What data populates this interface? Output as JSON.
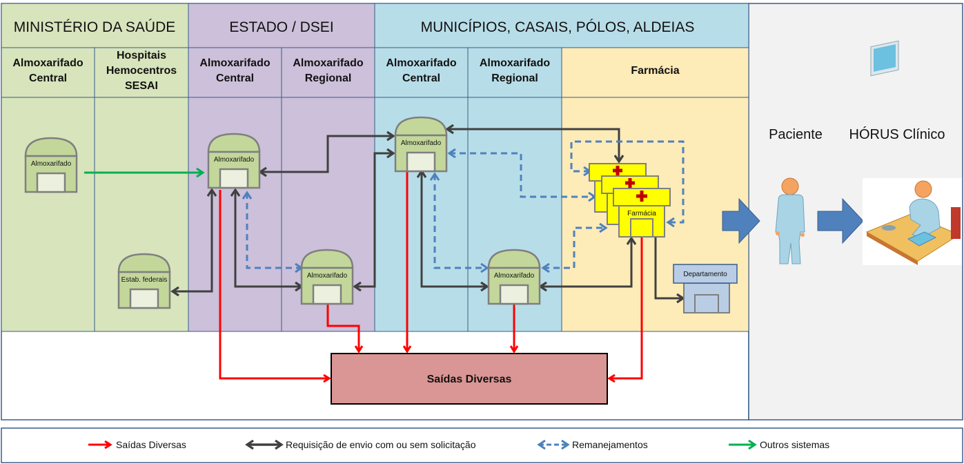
{
  "bands": [
    {
      "title": "MINISTÉRIO DA SAÚDE",
      "color": "#d8e4bc"
    },
    {
      "title": "ESTADO / DSEI",
      "color": "#ccc0da"
    },
    {
      "title": "MUNICÍPIOS, CASAIS, PÓLOS, ALDEIAS",
      "color": "#b7dde8"
    }
  ],
  "columns": [
    {
      "lines": [
        "Almoxarifado",
        "Central"
      ]
    },
    {
      "lines": [
        "Hospitais",
        "Hemocentros",
        "SESAI"
      ]
    },
    {
      "lines": [
        "Almoxarifado",
        "Central"
      ]
    },
    {
      "lines": [
        "Almoxarifado",
        "Regional"
      ]
    },
    {
      "lines": [
        "Almoxarifado",
        "Central"
      ]
    },
    {
      "lines": [
        "Almoxarifado",
        "Regional"
      ]
    },
    {
      "lines": [
        "Farmácia"
      ]
    }
  ],
  "farmacia_color": "#fdebb8",
  "nodes": {
    "ms_almox": "Almoxarifado",
    "estab_federais": "Estab. federais",
    "estado_central": "Almoxarifado",
    "estado_regional": "Almoxarifado",
    "mun_central": "Almoxarifado",
    "mun_regional": "Almoxarifado",
    "farmacia": "Farmácia",
    "departamento": "Departamento"
  },
  "sink": {
    "label": "Saídas Diversas",
    "color": "#da9694"
  },
  "right_panel": {
    "paciente": "Paciente",
    "horus": "HÓRUS Clínico"
  },
  "legend": [
    {
      "label": "Saídas Diversas",
      "type": "exit",
      "color": "#ff0000"
    },
    {
      "label": "Requisição de envio com ou sem solicitação",
      "type": "request",
      "color": "#404040"
    },
    {
      "label": "Remanejamentos",
      "type": "transfer",
      "color": "#4f81bd"
    },
    {
      "label": "Outros sistemas",
      "type": "other",
      "color": "#00b050"
    }
  ],
  "colors": {
    "exit": "#ff0000",
    "request": "#404040",
    "transfer": "#4f81bd",
    "other": "#00b050",
    "flow_arrow": "#4f81bd"
  }
}
